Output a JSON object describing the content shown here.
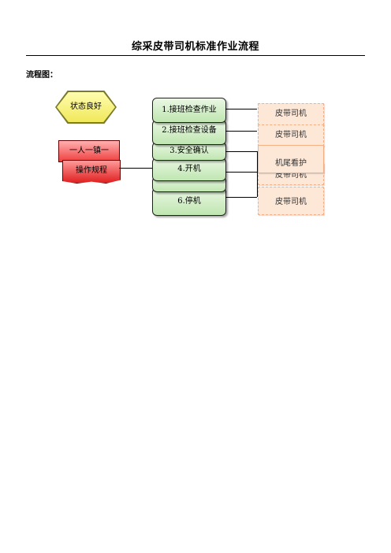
{
  "document": {
    "title": "综采皮带司机标准作业流程",
    "section_label": "流程图："
  },
  "diagram": {
    "state_shape": "状态良好",
    "doc_back": "一人一镇一",
    "doc_front": "操作规程",
    "steps": [
      {
        "label": "1.接班检查作业"
      },
      {
        "label": "2.接班检查设备"
      },
      {
        "label": "3.安全确认"
      },
      {
        "label": "4.开机"
      },
      {
        "label": "6.停机"
      }
    ],
    "roles": [
      {
        "label": "皮带司机"
      },
      {
        "label": "皮带司机"
      },
      {
        "label": "机尾看护"
      },
      {
        "label": "皮带司机"
      },
      {
        "label": "皮带司机"
      }
    ]
  }
}
